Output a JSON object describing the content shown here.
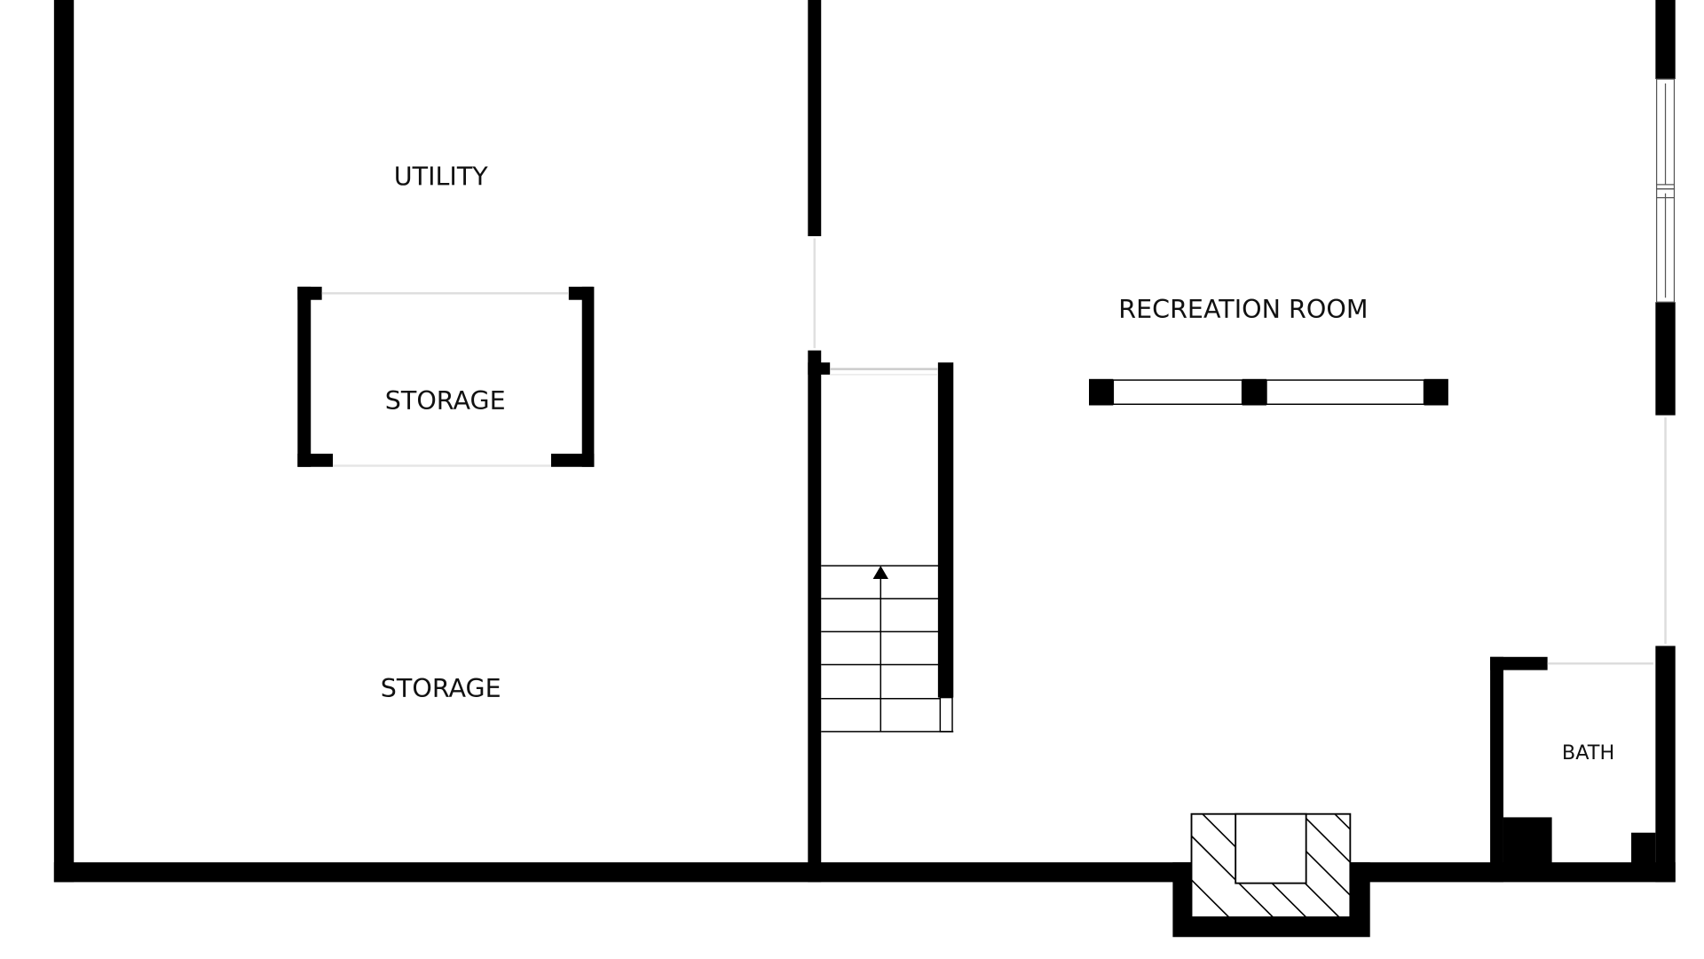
{
  "rooms": {
    "utility": "UTILITY",
    "storage_closet": "STORAGE",
    "storage": "STORAGE",
    "recreation_room": "RECREATION ROOM",
    "bath": "BATH"
  },
  "colors": {
    "wall": "#000000",
    "background": "#ffffff",
    "opening_line": "#cccccc",
    "text": "#111111"
  }
}
